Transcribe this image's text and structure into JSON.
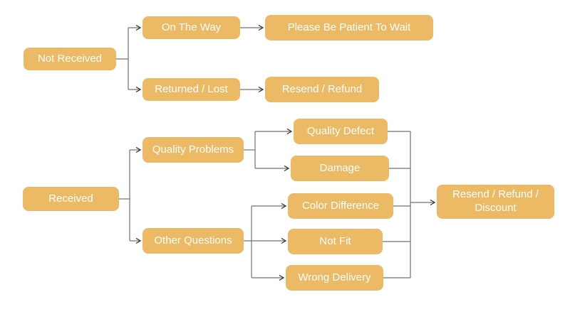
{
  "diagram": {
    "type": "flowchart",
    "nodes": {
      "not_received": "Not Received",
      "on_the_way": "On The Way",
      "please_be_patient": "Please Be Patient To Wait",
      "returned_lost": "Returned / Lost",
      "resend_refund": "Resend / Refund",
      "received": "Received",
      "quality_problems": "Quality Problems",
      "quality_defect": "Quality Defect",
      "damage": "Damage",
      "other_questions": "Other Questions",
      "color_difference": "Color Difference",
      "not_fit": "Not Fit",
      "wrong_delivery": "Wrong Delivery",
      "resend_refund_discount": "Resend / Refund / Discount"
    },
    "edges": [
      {
        "from": "not_received",
        "to": "on_the_way"
      },
      {
        "from": "not_received",
        "to": "returned_lost"
      },
      {
        "from": "on_the_way",
        "to": "please_be_patient"
      },
      {
        "from": "returned_lost",
        "to": "resend_refund"
      },
      {
        "from": "received",
        "to": "quality_problems"
      },
      {
        "from": "received",
        "to": "other_questions"
      },
      {
        "from": "quality_problems",
        "to": "quality_defect"
      },
      {
        "from": "quality_problems",
        "to": "damage"
      },
      {
        "from": "other_questions",
        "to": "color_difference"
      },
      {
        "from": "other_questions",
        "to": "not_fit"
      },
      {
        "from": "other_questions",
        "to": "wrong_delivery"
      },
      {
        "from": "quality_defect",
        "to": "resend_refund_discount"
      },
      {
        "from": "damage",
        "to": "resend_refund_discount"
      },
      {
        "from": "color_difference",
        "to": "resend_refund_discount"
      },
      {
        "from": "not_fit",
        "to": "resend_refund_discount"
      },
      {
        "from": "wrong_delivery",
        "to": "resend_refund_discount"
      }
    ],
    "colors": {
      "background": "#FFFFFF",
      "node_fill": "#ECB964",
      "node_text": "#FFFFFF",
      "connector_line": "#717171",
      "arrowhead": "#333333"
    }
  }
}
